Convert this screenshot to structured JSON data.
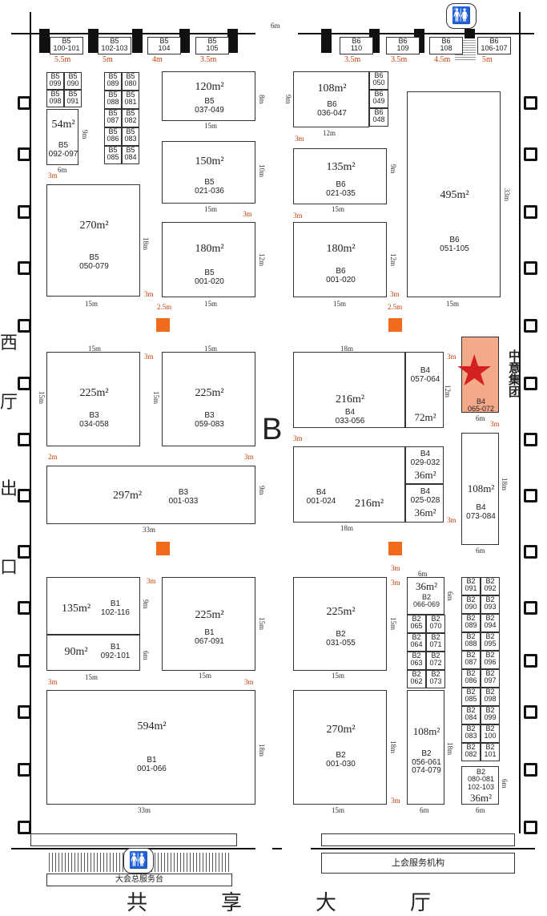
{
  "hall_label": "B",
  "top_gap": "6m",
  "star_company": "中意集团",
  "bottom": {
    "left_service": "大会总服务台",
    "right_service": "上会服务机构",
    "hall_chars": [
      "共",
      "享",
      "大",
      "厅"
    ]
  },
  "left_edge_chars": [
    "西",
    "厅",
    "出",
    "口"
  ],
  "top_row": [
    {
      "code": "B5\n100-101",
      "w": "5.5m"
    },
    {
      "code": "B5\n102-103",
      "w": "5m"
    },
    {
      "code": "B5\n104",
      "w": "4m"
    },
    {
      "code": "B5\n105",
      "w": "3.5m"
    },
    {
      "code": "B6\n110",
      "w": "3.5m"
    },
    {
      "code": "B6\n109",
      "w": "3.5m"
    },
    {
      "code": "B6\n108",
      "w": "4.5m"
    },
    {
      "code": "B6\n106-107",
      "w": "5m"
    }
  ],
  "small_left_top": [
    [
      "B5 099",
      "B5 090"
    ],
    [
      "B5 098",
      "B5 091"
    ]
  ],
  "small_left_mid": [
    [
      "B5 089",
      "B5 080"
    ],
    [
      "B5 088",
      "B5 081"
    ],
    [
      "B5 087",
      "B5 082"
    ],
    [
      "B5 086",
      "B5 083"
    ],
    [
      "B5 085",
      "B5 084"
    ]
  ],
  "b6_small": [
    "B6\n050",
    "B6\n049",
    "B6\n048"
  ],
  "booths": {
    "b5_54": {
      "area": "54m²",
      "code": "B5\n092-097",
      "w": "6m",
      "h": "9m"
    },
    "b5_120": {
      "area": "120m²",
      "code": "B5\n037-049",
      "w": "15m",
      "h": "8m"
    },
    "b6_108": {
      "area": "108m²",
      "code": "B6\n036-047",
      "w": "12m",
      "h": "9m"
    },
    "b5_150": {
      "area": "150m²",
      "code": "B5\n021-036",
      "w": "15m",
      "h": "10m"
    },
    "b6_135": {
      "area": "135m²",
      "code": "B6\n021-035",
      "w": "15m",
      "h": "9m"
    },
    "b6_495": {
      "area": "495m²",
      "code": "B6\n051-105",
      "w": "15m",
      "h": "33m"
    },
    "b5_270": {
      "area": "270m²",
      "code": "B5\n050-079",
      "w": "15m",
      "h": "18m"
    },
    "b5_180": {
      "area": "180m²",
      "code": "B5\n001-020",
      "w": "15m",
      "h": "12m"
    },
    "b6_180": {
      "area": "180m²",
      "code": "B6\n001-020",
      "w": "15m",
      "h": "12m"
    },
    "b3_225a": {
      "area": "225m²",
      "code": "B3\n034-058",
      "w": "15m",
      "h": "15m"
    },
    "b3_225b": {
      "area": "225m²",
      "code": "B3\n059-083",
      "w": "15m",
      "h": "15m"
    },
    "b4_216a": {
      "area": "216m²",
      "code": "B4\n033-056",
      "w": "18m",
      "h": "12m"
    },
    "b4_057": {
      "code": "B4\n057-064"
    },
    "b4_72": {
      "area": "72m²"
    },
    "b4_star": {
      "code": "B4\n065-072",
      "w": "6m",
      "h": "12m"
    },
    "b3_297": {
      "area": "297m²",
      "code": "B3\n001-033",
      "w": "33m",
      "h": "9m"
    },
    "b4_216b": {
      "area": "216m²",
      "code": "B4\n001-024",
      "w": "18m"
    },
    "b4_36a": {
      "area": "36m²",
      "code": "B4\n029-032"
    },
    "b4_36b": {
      "area": "36m²",
      "code": "B4\n025-028"
    },
    "b4_108": {
      "area": "108m²",
      "code": "B4\n073-084",
      "w": "6m",
      "h": "18m"
    },
    "b1_135": {
      "area": "135m²",
      "code": "B1\n102-116",
      "h": "9m"
    },
    "b1_90": {
      "area": "90m²",
      "code": "B1\n092-101",
      "w": "15m",
      "h": "6m"
    },
    "b1_225": {
      "area": "225m²",
      "code": "B1\n067-091",
      "w": "15m",
      "h": "15m"
    },
    "b2_225": {
      "area": "225m²",
      "code": "B2\n031-055",
      "w": "15m",
      "h": "15m"
    },
    "b2_36": {
      "area": "36m²",
      "code": "B2\n066-069",
      "w": "6m",
      "h": "6m"
    },
    "b1_594": {
      "area": "594m²",
      "code": "B1\n001-066",
      "w": "33m",
      "h": "18m"
    },
    "b2_270": {
      "area": "270m²",
      "code": "B2\n001-030",
      "w": "15m",
      "h": "18m"
    },
    "b2_108": {
      "area": "108m²",
      "code": "B2\n056-061\n074-079",
      "w": "6m",
      "h": "18m"
    },
    "b2_36b": {
      "area": "36m²",
      "code": "B2\n080-081\n102-103",
      "w": "6m",
      "h": "6m"
    }
  },
  "b2_small_mid": [
    [
      "B2\n065",
      "B2\n070"
    ],
    [
      "B2\n064",
      "B2\n071"
    ],
    [
      "B2\n063",
      "B2\n072"
    ],
    [
      "B2\n062",
      "B2\n073"
    ]
  ],
  "b2_small_right": [
    [
      "B2\n091",
      "B2\n092"
    ],
    [
      "B2\n090",
      "B2\n093"
    ],
    [
      "B2\n089",
      "B2\n094"
    ],
    [
      "B2\n088",
      "B2\n095"
    ],
    [
      "B2\n087",
      "B2\n096"
    ],
    [
      "B2\n086",
      "B2\n097"
    ],
    [
      "B2\n085",
      "B2\n098"
    ],
    [
      "B2\n084",
      "B2\n099"
    ],
    [
      "B2\n083",
      "B2\n100"
    ],
    [
      "B2\n082",
      "B2\n101"
    ]
  ],
  "red_dims": {
    "m3": "3m",
    "m25": "2.5m",
    "m2": "2m",
    "m35": "3.5m"
  },
  "colors": {
    "pillar": "#f26b1d",
    "star": "#d42020",
    "highlight": "#f4a98a",
    "red_text": "#c2410c"
  }
}
